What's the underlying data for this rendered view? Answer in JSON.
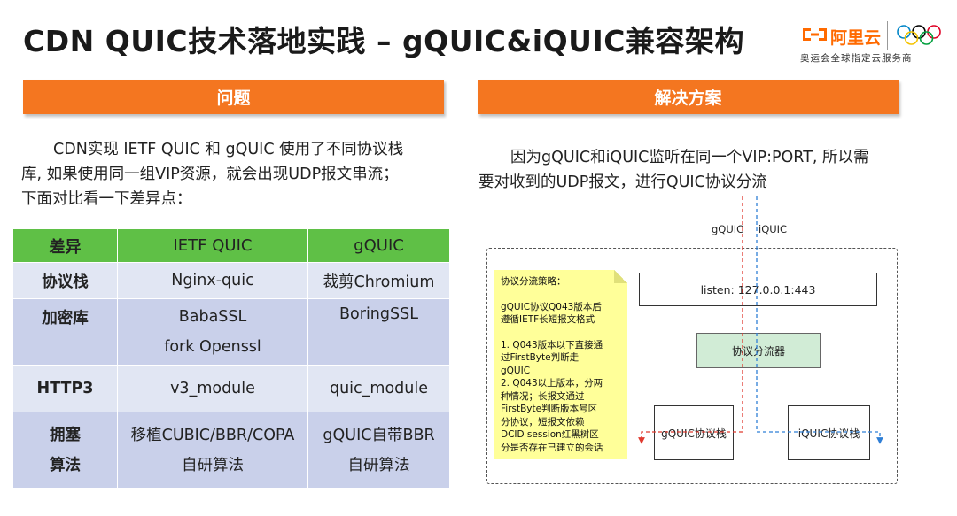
{
  "header": {
    "title": "CDN QUIC技术落地实践  –  gQUIC&iQUIC兼容架构",
    "brand": "阿里云",
    "sponsor": "奥运会全球指定云服务商",
    "brand_color": "#ff6a00"
  },
  "problem": {
    "heading": "问题",
    "text_line1": "CDN实现 IETF QUIC  和 gQUIC 使用了不同协议栈",
    "text_line2": "库, 如果使用同一组VIP资源，就会出现UDP报文串流；",
    "text_line3": "下面对比看一下差异点："
  },
  "solution": {
    "heading": "解决方案",
    "text_line1": "因为gQUIC和iQUIC监听在同一个VIP:PORT, 所以需",
    "text_line2": "要对收到的UDP报文，进行QUIC协议分流"
  },
  "table": {
    "headers": [
      "差异",
      "IETF QUIC",
      "gQUIC"
    ],
    "rows": [
      {
        "label": "协议栈",
        "ietf": [
          "Nginx-quic"
        ],
        "gquic": [
          "裁剪Chromium"
        ]
      },
      {
        "label": "加密库",
        "ietf": [
          "BabaSSL",
          "fork Openssl"
        ],
        "gquic": [
          "BoringSSL"
        ]
      },
      {
        "label": "HTTP3",
        "ietf": [
          "v3_module"
        ],
        "gquic": [
          "quic_module"
        ]
      },
      {
        "label_lines": [
          "拥塞",
          "算法"
        ],
        "ietf": [
          "移植CUBIC/BBR/COPA",
          "自研算法"
        ],
        "gquic": [
          "gQUIC自带BBR",
          "自研算法"
        ]
      }
    ]
  },
  "diagram": {
    "label_gquic": "gQUIC",
    "label_iquic": "iQUIC",
    "listen": "listen: 127.0.0.1:443",
    "splitter": "协议分流器",
    "gquic_stack": "gQUIC协议栈",
    "iquic_stack": "iQUIC协议栈",
    "gquic_color": "#e03a2f",
    "iquic_color": "#2f7fd6",
    "note": {
      "title": "协议分流策略：",
      "para1_line1": "gQUIC协议Q043版本后",
      "para1_line2": "遵循IETF长短报文格式",
      "item1_line1": "1. Q043版本以下直接通",
      "item1_line2": "过FirstByte判断走",
      "item1_line3": "gQUIC",
      "item2_line1": "2. Q043以上版本，分两",
      "item2_line2": "种情况；长报文通过",
      "item2_line3": "FirstByte判断版本号区",
      "item2_line4": "分协议，短报文依赖",
      "item2_line5": "DCID session红黑树区",
      "item2_line6": "分是否存在已建立的会话"
    }
  }
}
